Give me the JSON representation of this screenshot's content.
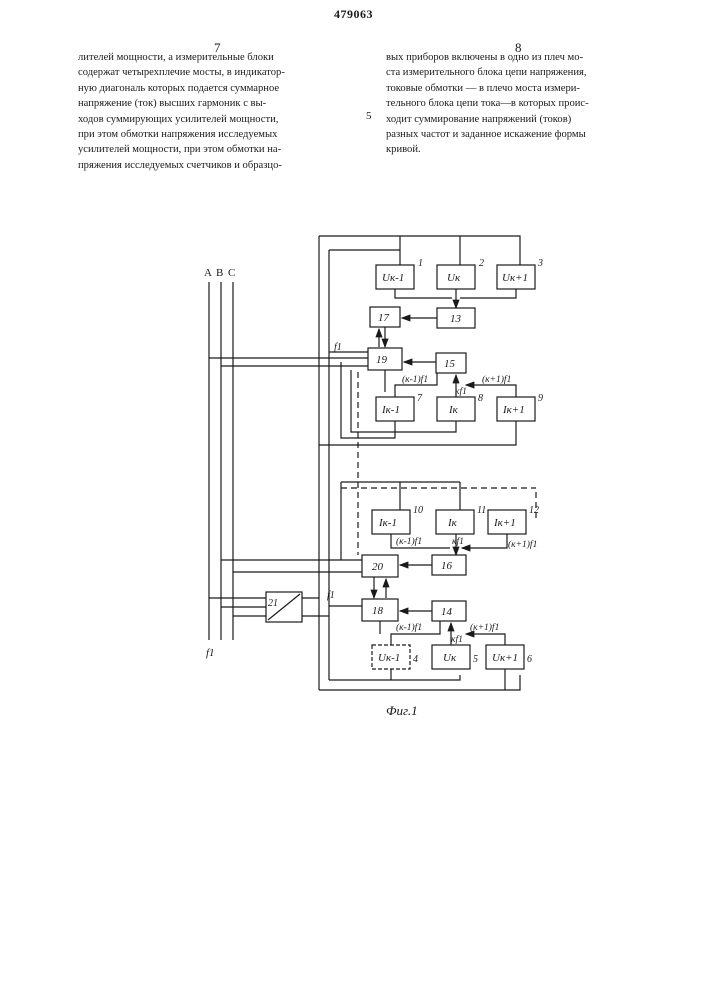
{
  "header": {
    "patent_number": "479063",
    "left_page": "7",
    "right_page": "8",
    "margin_line_number": "5"
  },
  "left_column": [
    "лителей мощности, а  измерительные  блоки",
    "содержат четырехплечие мосты, в индикатор-",
    "ную диагональ которых подается суммарное",
    "напряжение (ток) высших  гармоник  с  вы-",
    "ходов  суммирующих   усилителей  мощности,",
    "при  этом обмотки напряжения исследуемых",
    "усилителей мощности, при этом обмотки на-",
    "пряжения исследуемых счетчиков и образцо-"
  ],
  "right_column": [
    "вых приборов  включены в одно из плеч мо-",
    "ста измерительного блока цепи  напряжения,",
    "токовые обмотки — в плечо  моста  измери-",
    "тельного блока цепи тока—в которых проис-",
    "ходит  суммирование  напряжений     (токов)",
    "разных частот и заданное искажение формы",
    "кривой."
  ],
  "figure": {
    "caption": "Фиг.1",
    "phase_labels": [
      "A",
      "B",
      "C"
    ],
    "phase_f1_label": "f1",
    "f1_labels": [
      "f1",
      "f1"
    ],
    "blocks": {
      "u_km1_top": "Uк-1",
      "u_k_top": "Uк",
      "u_kp1_top": "Uк+1",
      "b13": "13",
      "b17": "17",
      "b19": "19",
      "b15": "15",
      "i_km1_a": "Iк-1",
      "i_k_a": "Iк",
      "i_kp1_a": "Iк+1",
      "i_km1_b": "Iк-1",
      "i_k_b": "Iк",
      "i_kp1_b": "Iк+1",
      "b20": "20",
      "b16": "16",
      "b21": "21",
      "b18": "18",
      "b14": "14",
      "u_km1_bot": "Uк-1",
      "u_k_bot": "Uк",
      "u_kp1_bot": "Uк+1"
    },
    "block_numbers": {
      "n1": "1",
      "n2": "2",
      "n3": "3",
      "n7": "7",
      "n8": "8",
      "n9": "9",
      "n10": "10",
      "n11": "11",
      "n12": "12",
      "n4": "4",
      "n5": "5",
      "n6": "6"
    },
    "freq_labels": {
      "a_km1": "(к-1)f1",
      "a_k": "кf1",
      "a_kp1": "(к+1)f1",
      "b_km1": "(к-1)f1",
      "b_k": "кf1",
      "b_kp1": "(к+1)f1",
      "c_km1": "(к-1)f1",
      "c_k": "кf1",
      "c_kp1": "(к+1)f1"
    }
  }
}
